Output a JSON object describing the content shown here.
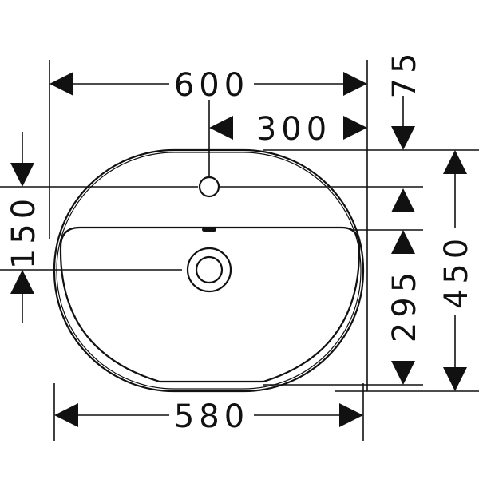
{
  "dimensions": {
    "overall_width": "600",
    "tap_hole_offset": "300",
    "rim_to_tap_hole": "75",
    "tap_hole_to_drain": "150",
    "depth_overflow_to_front": "295",
    "overall_depth": "450",
    "bowl_width": "580"
  },
  "colors": {
    "line": "#111111",
    "background": "#ffffff"
  }
}
